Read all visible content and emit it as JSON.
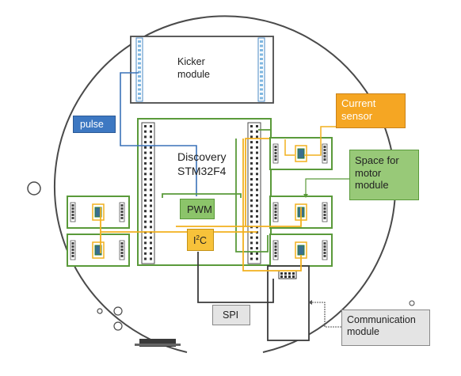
{
  "labels": {
    "kicker": "Kicker\nmodule",
    "discovery": "Discovery\nSTM32F4",
    "pulse": "pulse",
    "pwm": "PWM",
    "i2c_main": "I",
    "i2c_sup": "2",
    "i2c_tail": "C",
    "spi": "SPI",
    "current_sensor": "Current\nsensor",
    "motor_space": "Space for\nmotor\nmodule",
    "communication": "Communication\nmodule"
  },
  "colors": {
    "board_outline": "#4a4a4a",
    "green_wire": "#5a9a3a",
    "yellow_wire": "#f2b01e",
    "blue_wire": "#3a72b8",
    "dark_wire": "#3a3a3a",
    "pulse_fill": "#3d78c2",
    "pwm_fill": "#8cc46a",
    "i2c_fill": "#f7c23a",
    "spi_fill": "#e4e4e4",
    "current_fill": "#f5a623",
    "motor_fill": "#98c978",
    "comm_fill": "#e4e4e4",
    "header_pin": "#7fb7e0"
  }
}
